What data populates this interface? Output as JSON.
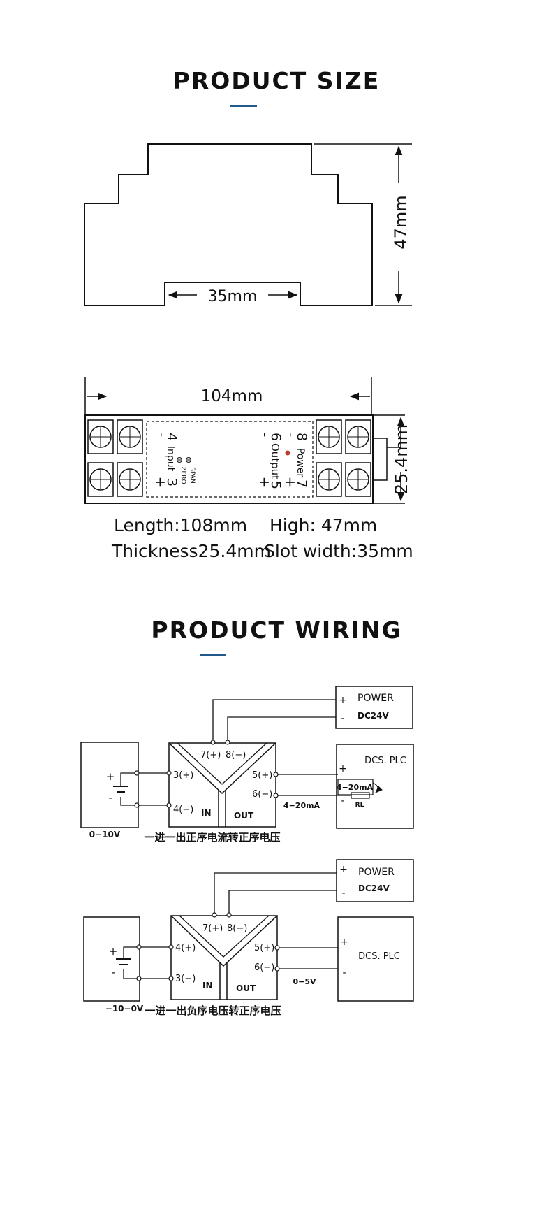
{
  "size_section": {
    "title": "PRODUCT SIZE",
    "dim_height": "47mm",
    "dim_slot": "35mm",
    "dim_length": "104mm",
    "dim_thickness": "25.4mm"
  },
  "module_face": {
    "input_label": "Input",
    "input_pin_neg": "4",
    "input_pin_pos": "3",
    "input_minus": "-",
    "input_plus": "+",
    "zero_label": "ZERO",
    "span_label": "SPAN",
    "output_label": "Output",
    "output_pin_neg": "6",
    "output_pin_pos": "5",
    "power_label": "Power",
    "power_pin_neg": "8",
    "power_pin_pos": "7"
  },
  "specs": {
    "length": "Length:108mm",
    "high": "High:  47mm",
    "thickness": "Thickness25.4mm",
    "slot_width": "Slot width:35mm"
  },
  "wiring_section": {
    "title": "PRODUCT WIRING"
  },
  "diagram1": {
    "power_title": "POWER",
    "power_voltage": "DC24V",
    "plus": "+",
    "minus": "-",
    "pin7": "7(+)",
    "pin8": "8(−)",
    "pin_in_pos": "3(+)",
    "pin_in_neg": "4(−)",
    "pin5": "5(+)",
    "pin6": "6(−)",
    "in_label": "IN",
    "out_label": "OUT",
    "dcs_label": "DCS. PLC",
    "loop_label": "4−20mA",
    "rl_label": "RL",
    "out_signal": "4−20mA",
    "source_range": "0−10V",
    "caption": "一进一出正序电流转正序电压"
  },
  "diagram2": {
    "power_title": "POWER",
    "power_voltage": "DC24V",
    "plus": "+",
    "minus": "-",
    "pin7": "7(+)",
    "pin8": "8(−)",
    "pin_in_pos": "4(+)",
    "pin_in_neg": "3(−)",
    "pin5": "5(+)",
    "pin6": "6(−)",
    "in_label": "IN",
    "out_label": "OUT",
    "dcs_label": "DCS. PLC",
    "out_signal": "0−5V",
    "source_range": "−10−0V",
    "caption": "一进一出负序电压转正序电压"
  }
}
